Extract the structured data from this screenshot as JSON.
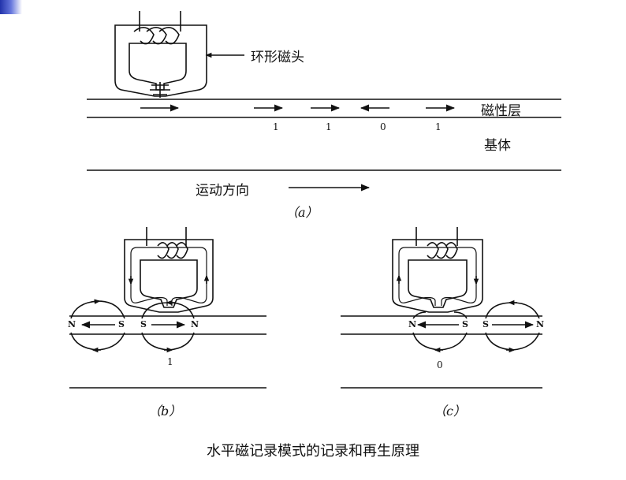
{
  "labels": {
    "ring_head": "环形磁头",
    "magnetic_layer": "磁性层",
    "substrate": "基体",
    "motion_direction": "运动方向"
  },
  "bits": [
    "1",
    "1",
    "0",
    "1"
  ],
  "sub_a": "（a）",
  "sub_b": "（b）",
  "sub_c": "（c）",
  "bit_b": "1",
  "bit_c": "0",
  "poles_b": [
    "N",
    "S",
    "S",
    "N"
  ],
  "poles_c": [
    "N",
    "S",
    "S",
    "N"
  ],
  "caption": "水平磁记录模式的记录和再生原理"
}
